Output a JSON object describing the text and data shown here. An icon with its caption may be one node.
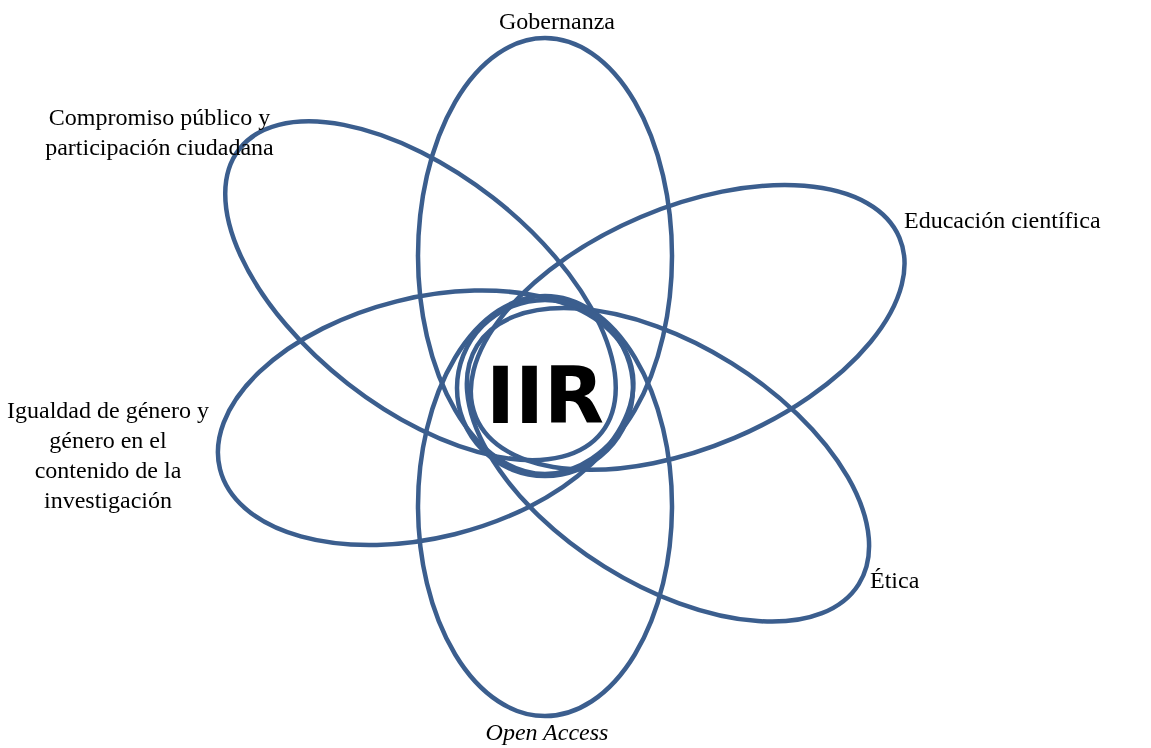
{
  "diagram": {
    "nodes": [
      {
        "text": [
          "Gobernanza"
        ]
      },
      {
        "text": [
          "Compromiso público y participación ciudadana"
        ]
      },
      {
        "text": [
          "Educación científica"
        ]
      },
      {
        "text": [
          "Igualdad de género y género en el contenido de la investigación"
        ]
      },
      {
        "text": [
          "Ética"
        ]
      },
      {
        "text": [
          "Open Access"
        ]
      },
      {
        "text": [
          "IIR"
        ]
      }
    ]
  }
}
